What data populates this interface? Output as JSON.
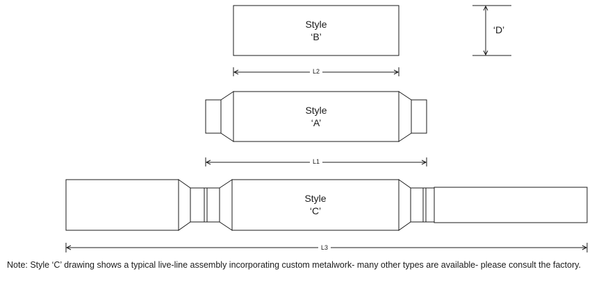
{
  "styles": {
    "b": {
      "line1": "Style",
      "line2": "‘B’"
    },
    "a": {
      "line1": "Style",
      "line2": "‘A’"
    },
    "c": {
      "line1": "Style",
      "line2": "‘C’"
    }
  },
  "dimensions": {
    "d": "‘D’",
    "l1": "L1",
    "l2": "L2",
    "l3": "L3"
  },
  "note": "Note: Style ‘C’ drawing shows a typical live-line assembly incorporating custom metalwork- many other types are available- please consult the factory.",
  "colors": {
    "stroke": "#1a1a1a",
    "background": "#ffffff"
  }
}
